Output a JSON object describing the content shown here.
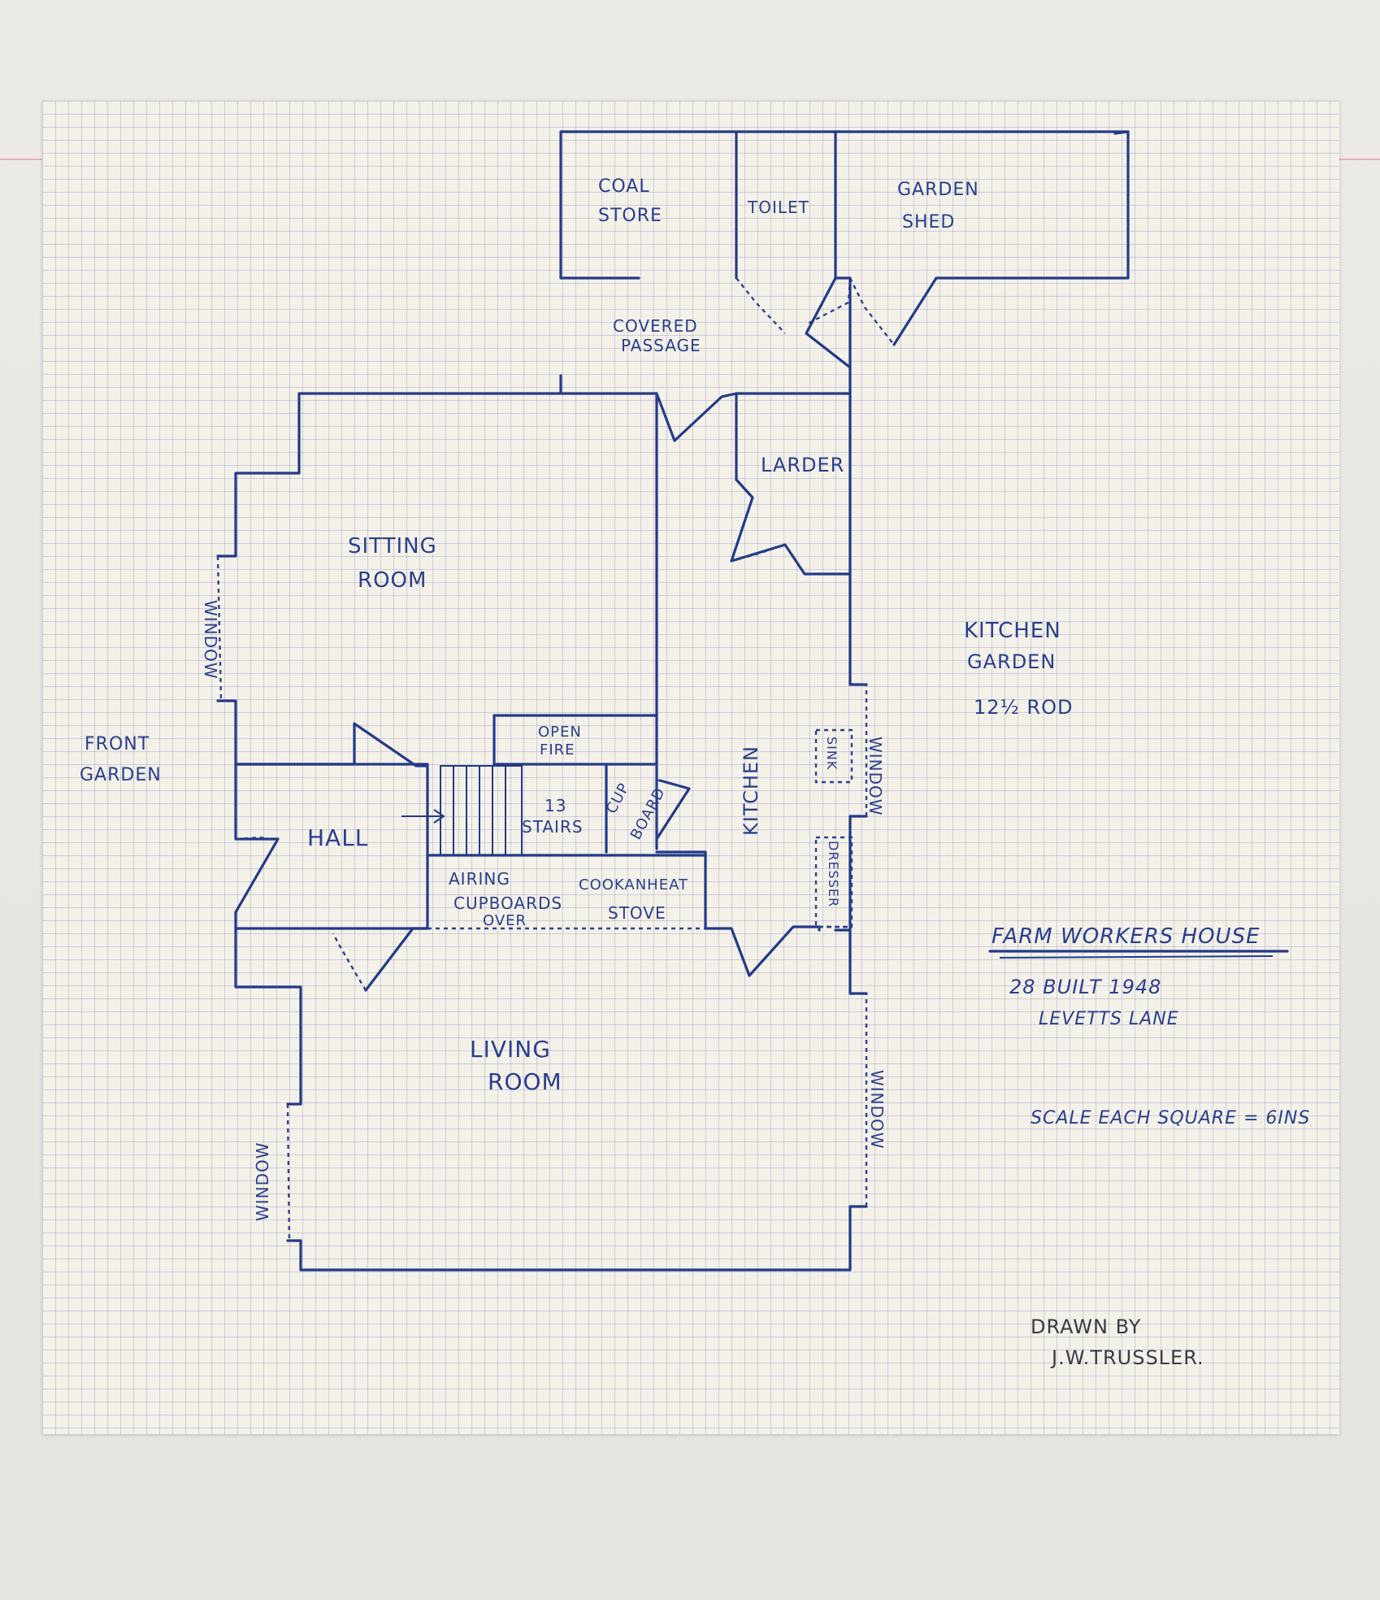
{
  "labels": {
    "coal_store": [
      "COAL",
      "STORE"
    ],
    "toilet": "TOILET",
    "garden_shed": [
      "GARDEN",
      "SHED"
    ],
    "covered_passage": [
      "COVERED",
      "PASSAGE"
    ],
    "larder": "LARDER",
    "sitting_room": [
      "SITTING",
      "ROOM"
    ],
    "kitchen_garden": [
      "KITCHEN",
      "GARDEN",
      "12½ ROD"
    ],
    "front_garden": [
      "FRONT",
      "GARDEN"
    ],
    "window": "WINDOW",
    "open_fire": [
      "OPEN",
      "FIRE"
    ],
    "stairs": [
      "13",
      "STAIRS"
    ],
    "cupboard": [
      "CUP",
      "BOARD"
    ],
    "hall": "HALL",
    "kitchen": "KITCHEN",
    "sink": "SINK",
    "dresser": "DRESSER",
    "airing_cupboards": [
      "AIRING",
      "CUPBOARDS",
      "OVER"
    ],
    "cookanheat_stove": [
      "COOKANHEAT",
      "STOVE"
    ],
    "living_room": [
      "LIVING",
      "ROOM"
    ]
  },
  "title_block": {
    "title": "FARM WORKERS HOUSE",
    "line1": "28 BUILT 1948",
    "line2": "LEVETTS LANE",
    "scale": "SCALE EACH SQUARE = 6INS"
  },
  "signature": {
    "line1": "DRAWN BY",
    "line2": "J.W.TRUSSLER."
  },
  "colors": {
    "ink": "#233a87",
    "paper": "#f4f1e8",
    "grid": "#8c8cc8"
  }
}
